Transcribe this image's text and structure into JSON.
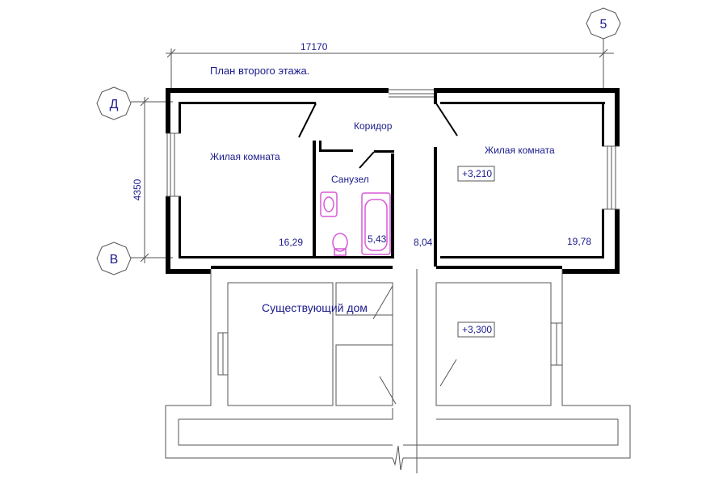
{
  "title": "План второго этажа.",
  "dimensions": {
    "overall_length": "17170",
    "height": "4350"
  },
  "axes": {
    "d": "Д",
    "v": "В",
    "five": "5"
  },
  "rooms": {
    "living_left": {
      "name": "Жилая комната",
      "area": "16,29"
    },
    "corridor": {
      "name": "Коридор",
      "area": "8,04"
    },
    "bathroom": {
      "name": "Санузел",
      "area": "5,43"
    },
    "living_right": {
      "name": "Жилая комната",
      "area": "19,78"
    }
  },
  "levels": {
    "second_floor": "+3,210",
    "existing": "+3,300"
  },
  "existing_house": "Существующий дом",
  "colors": {
    "label": "#1a1a8c",
    "wall": "#000000",
    "fixture": "#d65ad6",
    "line": "#555555"
  }
}
